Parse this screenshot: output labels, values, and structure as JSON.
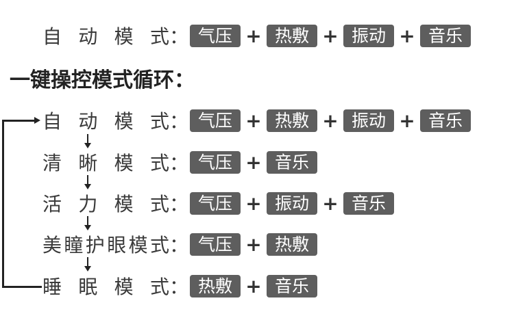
{
  "separator": "：",
  "plus": "+",
  "top_row": {
    "label": "自动模式",
    "tags": [
      "气压",
      "热敷",
      "振动",
      "音乐"
    ]
  },
  "heading": "一键操控模式循环：",
  "cycle": [
    {
      "label": "自动模式",
      "tags": [
        "气压",
        "热敷",
        "振动",
        "音乐"
      ]
    },
    {
      "label": "清晰模式",
      "tags": [
        "气压",
        "音乐"
      ]
    },
    {
      "label": "活力模式",
      "tags": [
        "气压",
        "振动",
        "音乐"
      ]
    },
    {
      "label": "美瞳护眼模式",
      "tags": [
        "气压",
        "热敷"
      ]
    },
    {
      "label": "睡眠模式",
      "tags": [
        "热敷",
        "音乐"
      ]
    }
  ],
  "colors": {
    "tag_bg": "#5e5e5e",
    "tag_text": "#ffffff",
    "arrow": "#222222"
  }
}
